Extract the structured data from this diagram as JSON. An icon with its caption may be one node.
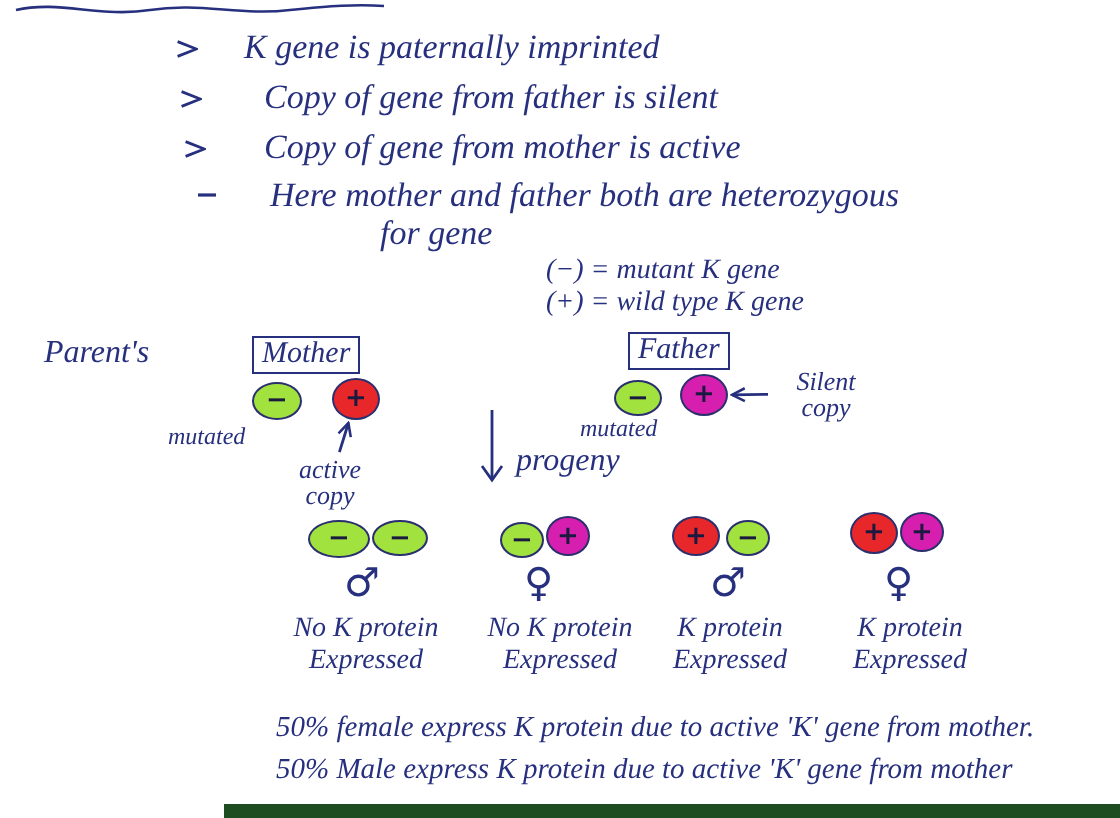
{
  "diagram": {
    "nodes": [
      {
        "text": [
          "Mother"
        ]
      },
      {
        "text": [
          "Father"
        ]
      },
      {
        "text": [
          "−"
        ],
        "beside": [
          "mutated"
        ]
      },
      {
        "text": [
          "+"
        ]
      },
      {
        "text": [
          "−"
        ],
        "beside": [
          "mutated"
        ]
      },
      {
        "text": [
          "+"
        ]
      },
      {
        "text": [
          "Silent copy"
        ]
      },
      {
        "text": [
          "active copy"
        ]
      },
      {
        "text": [
          "−"
        ]
      },
      {
        "text": [
          "−"
        ]
      },
      {
        "text": [
          "−"
        ]
      },
      {
        "text": [
          "+"
        ]
      },
      {
        "text": [
          "+"
        ]
      },
      {
        "text": [
          "−"
        ]
      },
      {
        "text": [
          "+"
        ]
      },
      {
        "text": [
          "+"
        ]
      }
    ],
    "edges": [
      {
        "from": 7,
        "to": 3,
        "arrow": "to"
      },
      {
        "from": 6,
        "to": 5,
        "arrow": "to"
      }
    ],
    "labels": [
      "K gene is paternally imprinted",
      "Copy of gene from father is silent",
      "Copy of gene from mother is active",
      "Here mother and father both are heterozygous for gene",
      "(−) = mutant K gene",
      "(+) = wild type K gene",
      "Parent's",
      "progeny",
      "♂",
      "♀",
      "♂",
      "♀",
      "No K protein Expressed",
      "No K protein Expressed",
      "K protein Expressed",
      "K protein Expressed",
      "50% female express K protein due to active 'K' gene from mother.",
      "50% Male express K protein due to active 'K' gene from mother"
    ]
  }
}
